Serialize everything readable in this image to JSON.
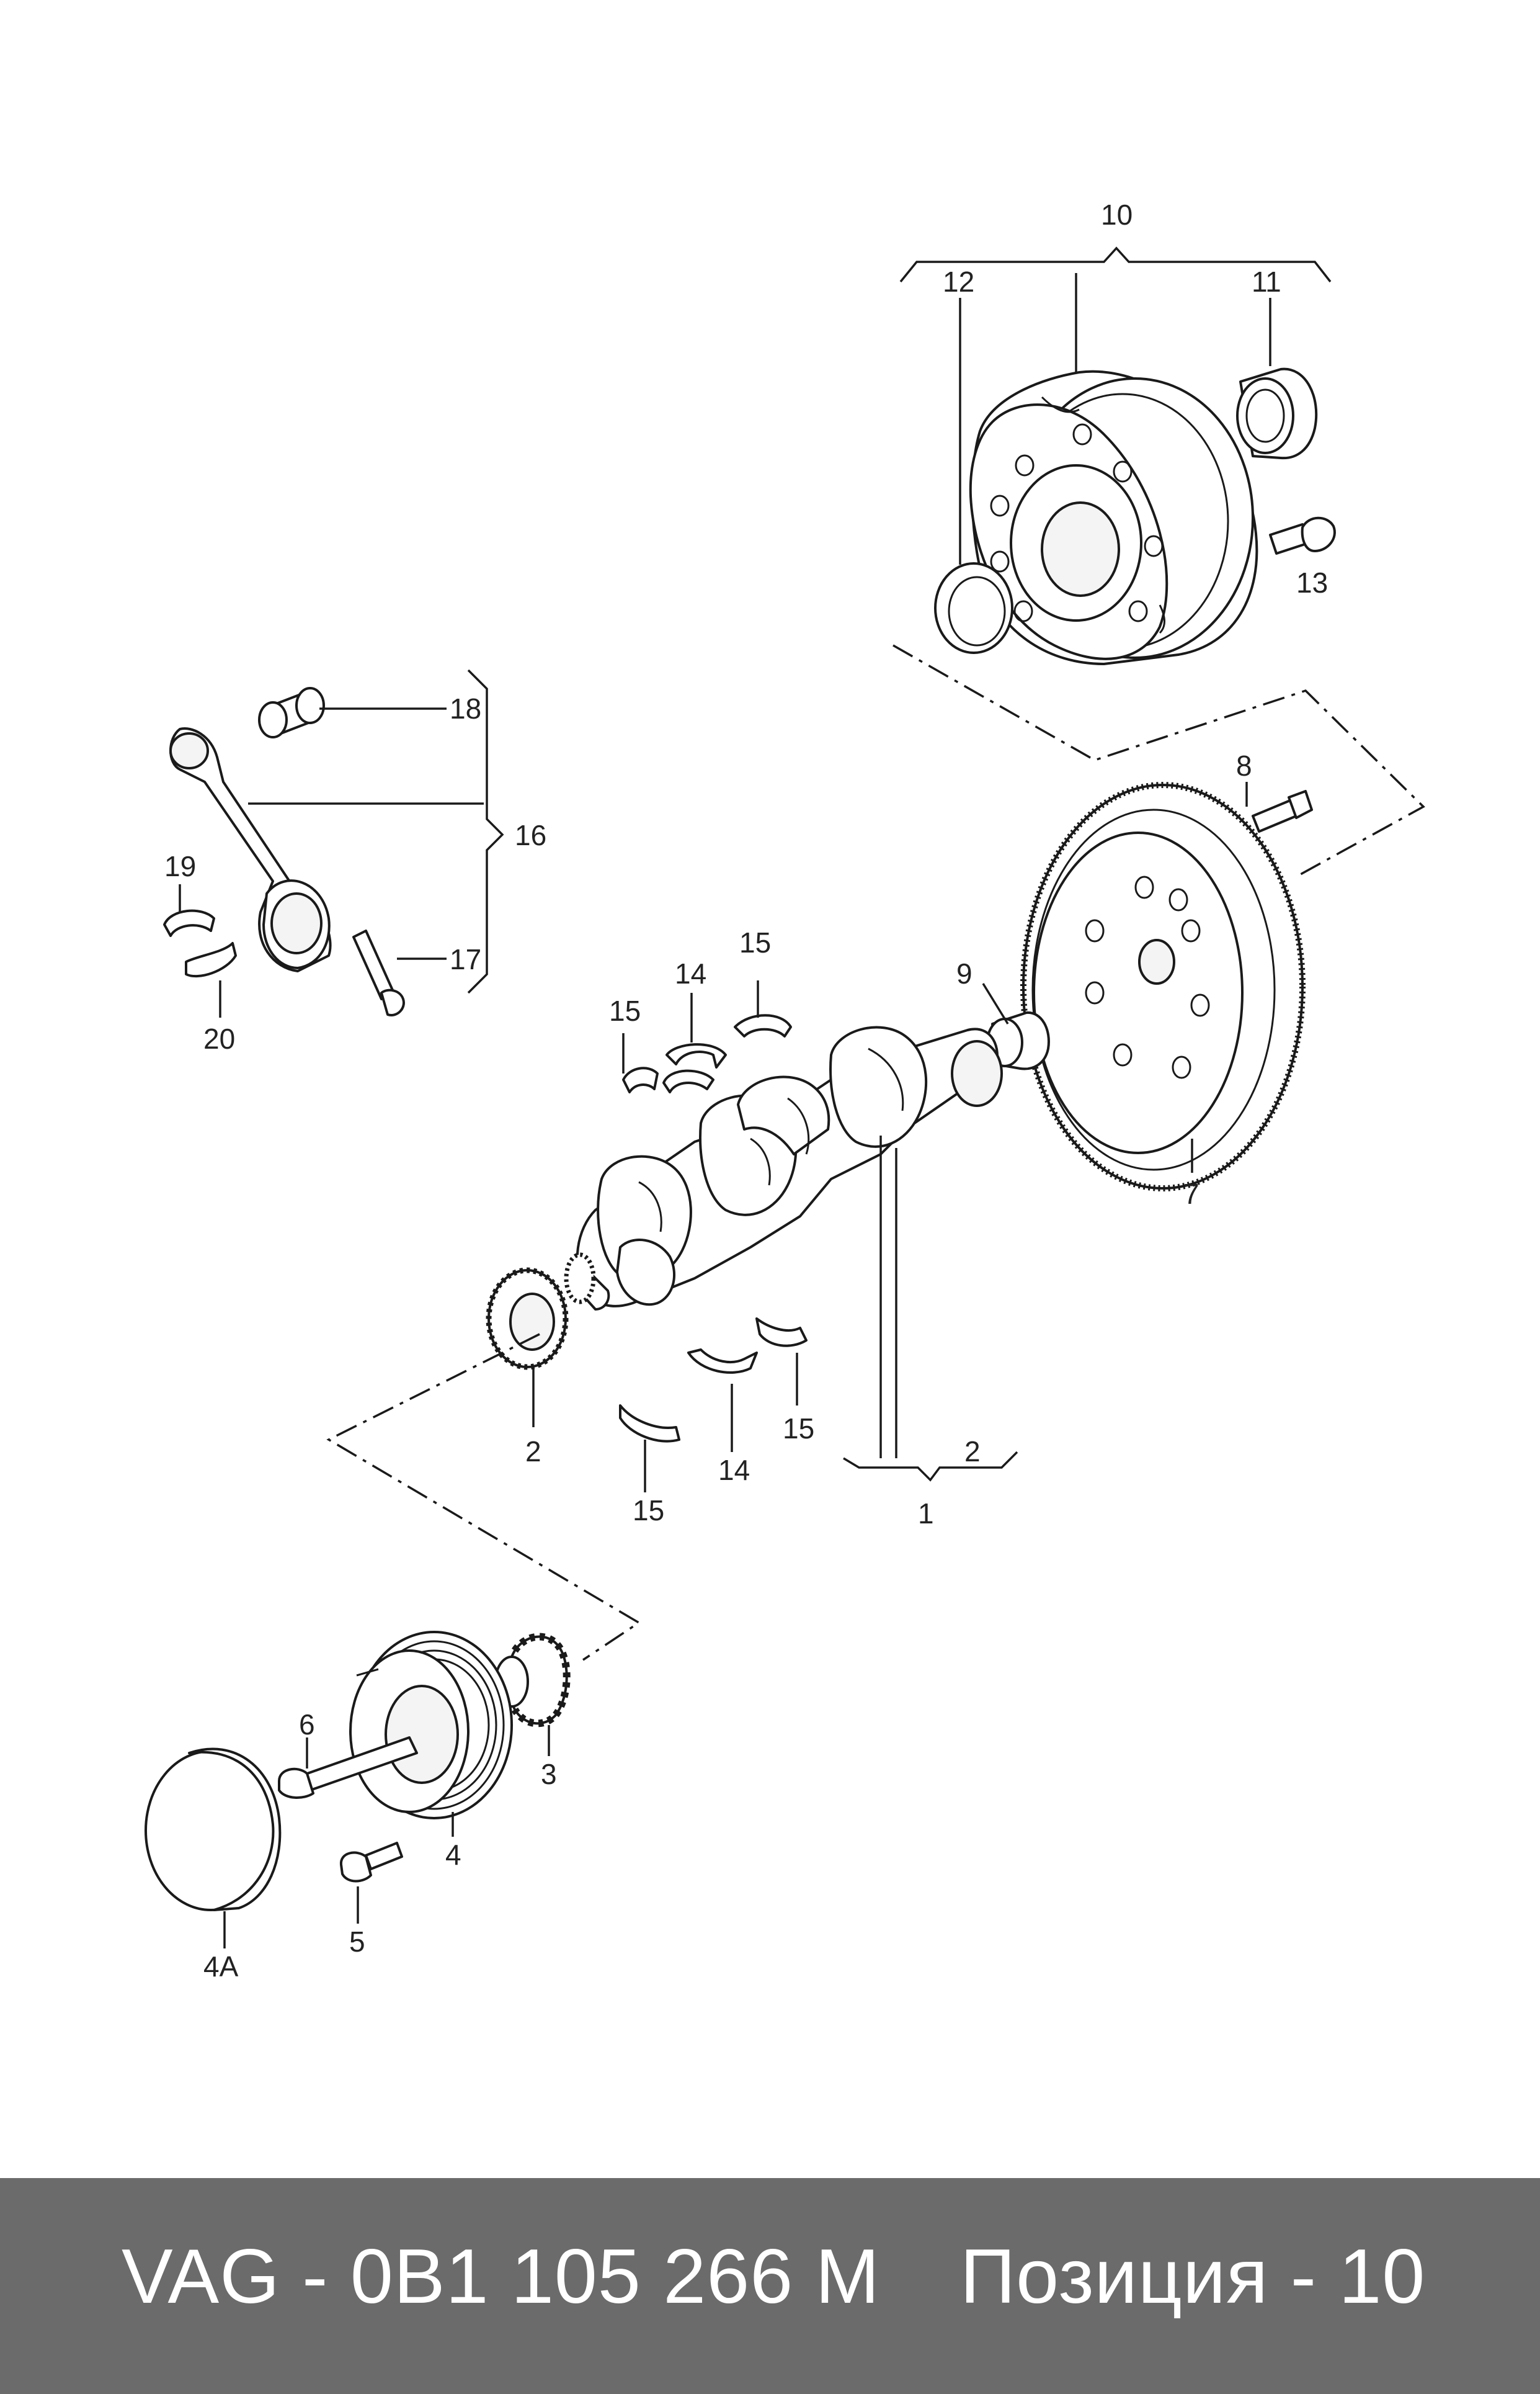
{
  "callouts": {
    "c10": "10",
    "c12": "12",
    "c11": "11",
    "c13": "13",
    "c18": "18",
    "c16": "16",
    "c19": "19",
    "c17": "17",
    "c20": "20",
    "c8": "8",
    "c9": "9",
    "c15a": "15",
    "c14a": "14",
    "c15b": "15",
    "c7": "7",
    "c2a": "2",
    "c2b": "2",
    "c1": "1",
    "c14b": "14",
    "c15c": "15",
    "c15d": "15",
    "c6": "6",
    "c3": "3",
    "c4": "4",
    "c5": "5",
    "c4a": "4A"
  },
  "footer": {
    "part_number": "VAG - 0B1 105 266 M",
    "position": "Позиция - 10"
  }
}
